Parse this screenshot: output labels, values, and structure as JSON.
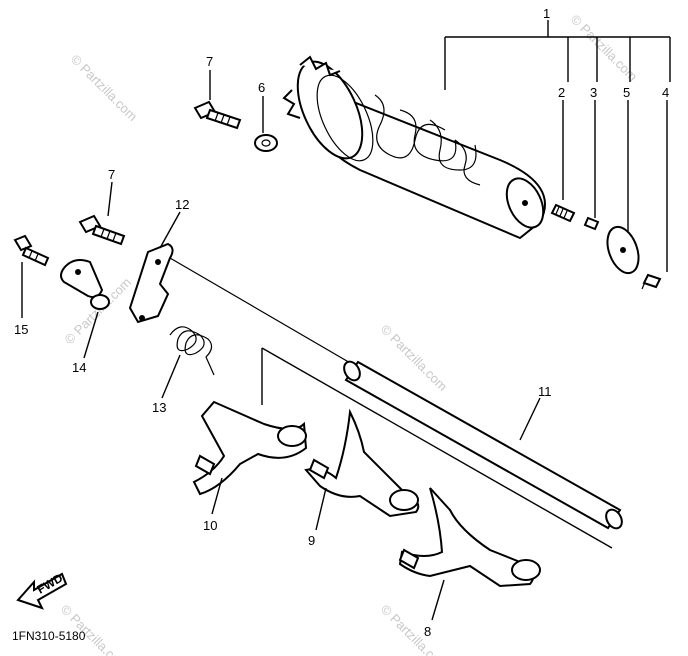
{
  "diagram_code": "1FN310-5180",
  "direction_arrow": "FWD",
  "watermark": "© Partzilla.com",
  "callouts": {
    "c1": "1",
    "c2": "2",
    "c3": "3",
    "c4": "4",
    "c5": "5",
    "c6": "6",
    "c7a": "7",
    "c7b": "7",
    "c8": "8",
    "c9": "9",
    "c10": "10",
    "c11": "11",
    "c12": "12",
    "c13": "13",
    "c14": "14",
    "c15": "15"
  }
}
